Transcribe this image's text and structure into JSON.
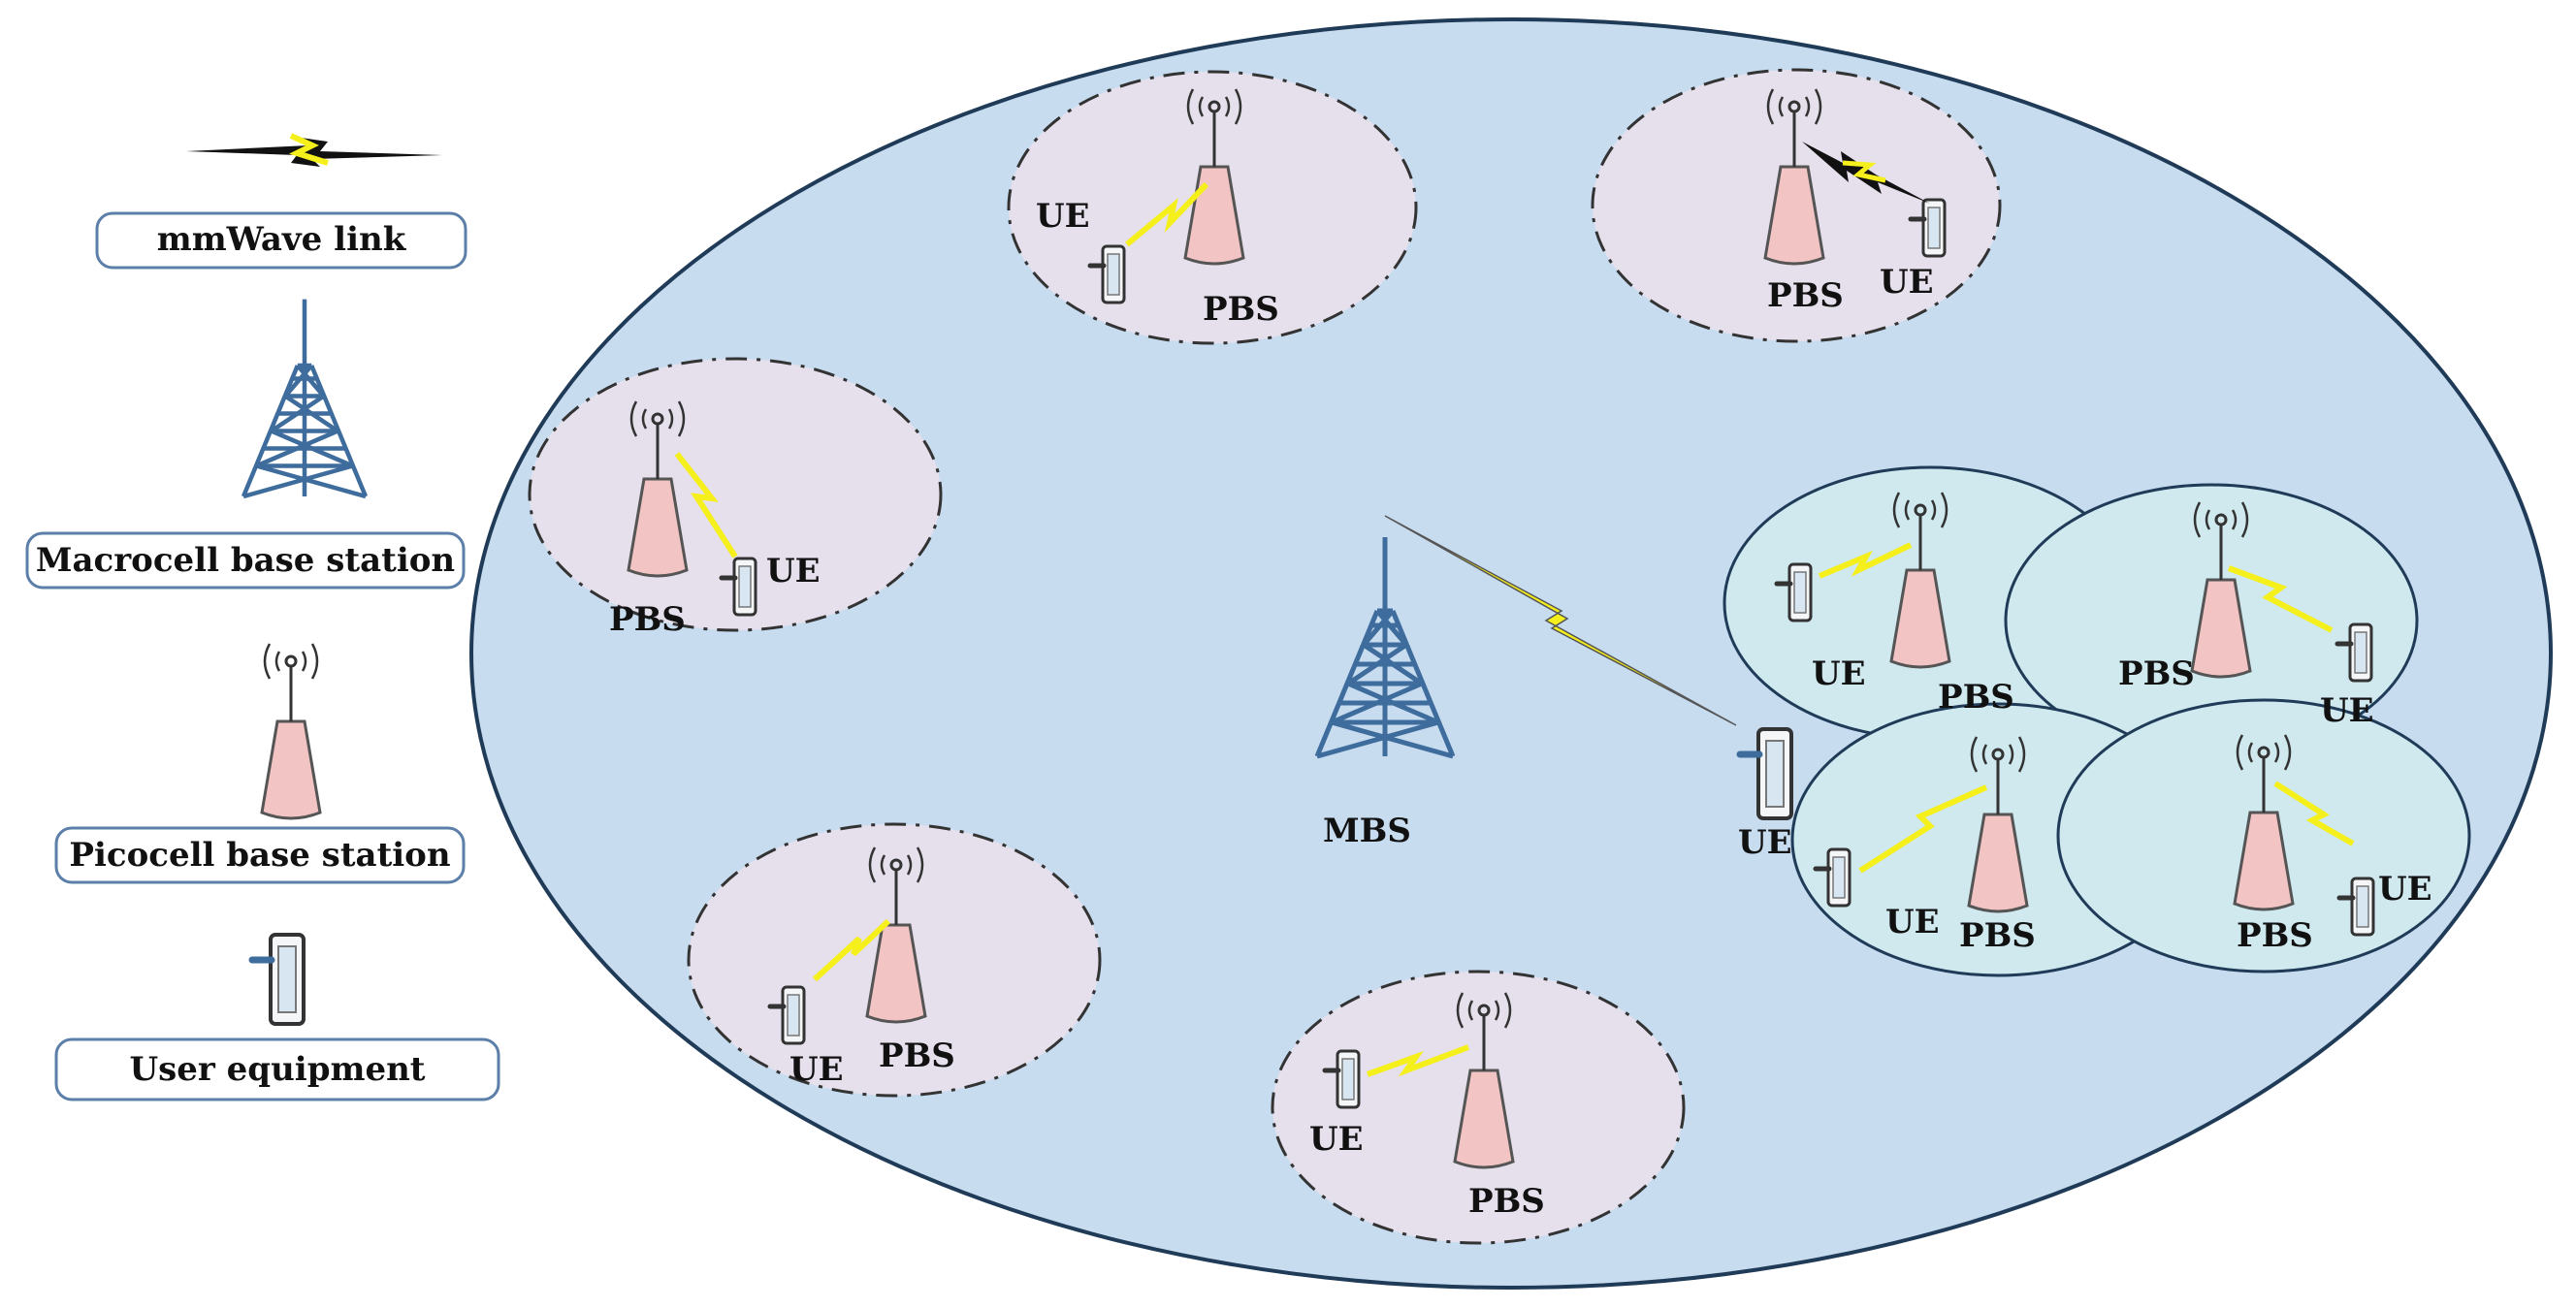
{
  "legend": {
    "mmwave_label": "mmWave link",
    "macro_label": "Macrocell base station",
    "pico_label": "Picocell base station",
    "ue_label": "User equipment"
  },
  "labels": {
    "mbs": "MBS",
    "pbs": "PBS",
    "ue": "UE"
  },
  "colors": {
    "macro_cell_fill": "#c8dcf0",
    "macro_cell_stroke": "#1f3b57",
    "pico_cell_fill": "#e6e0ec",
    "small_cell_fill": "#cfe9ef",
    "tower": "#3e6c9c",
    "pico_body": "#f2c4c4",
    "link_yellow": "#f5ef1c",
    "legend_border": "#5b7fa8"
  },
  "icons": [
    "lightning-link-icon",
    "lattice-tower-icon",
    "picocell-antenna-icon",
    "mobile-device-icon"
  ]
}
